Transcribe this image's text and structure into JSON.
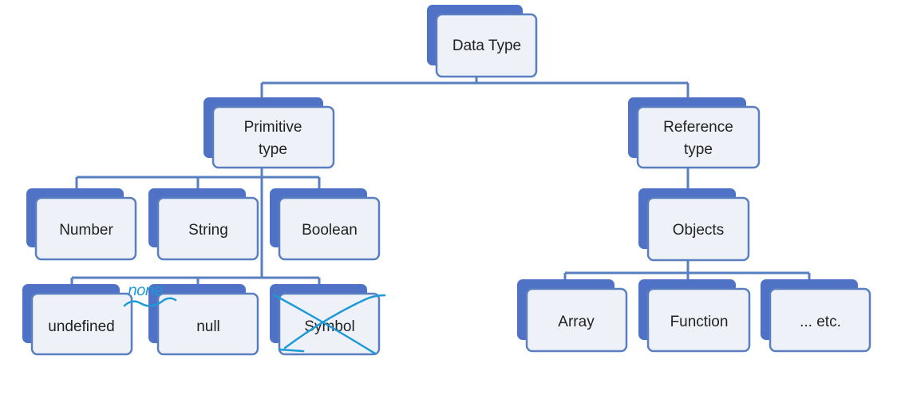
{
  "diagram": {
    "type": "tree",
    "nodes": {
      "root": {
        "lines": [
          "Data Type"
        ]
      },
      "primitive": {
        "lines": [
          "Primitive",
          "type"
        ]
      },
      "reference": {
        "lines": [
          "Reference",
          "type"
        ]
      },
      "number": {
        "lines": [
          "Number"
        ]
      },
      "string": {
        "lines": [
          "String"
        ]
      },
      "boolean": {
        "lines": [
          "Boolean"
        ]
      },
      "undefined": {
        "lines": [
          "undefined"
        ]
      },
      "null": {
        "lines": [
          "null"
        ]
      },
      "symbol": {
        "lines": [
          "Symbol"
        ]
      },
      "objects": {
        "lines": [
          "Objects"
        ]
      },
      "array": {
        "lines": [
          "Array"
        ]
      },
      "function": {
        "lines": [
          "Function"
        ]
      },
      "etc": {
        "lines": [
          "... etc."
        ]
      }
    },
    "annotations": {
      "handwritten_note": "none",
      "symbol_crossed_out": true
    },
    "colors": {
      "node_back": "#4f72c7",
      "node_front": "#eef1f7",
      "connector": "#5a7fc0",
      "ink": "#1e9ad6"
    }
  }
}
